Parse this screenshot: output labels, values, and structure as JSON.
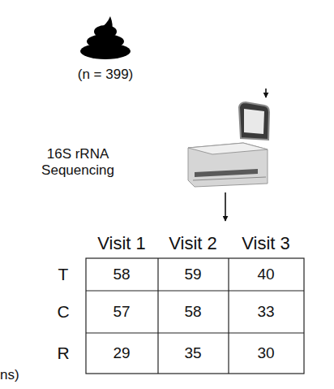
{
  "diagram": {
    "nodes": [
      {
        "text": [
          "(n = 399)"
        ]
      },
      {
        "text": [
          "16S rRNA Sequencing"
        ]
      },
      {
        "text": [
          "Visit 1",
          "Visit 2",
          "Visit 3",
          "T",
          "58",
          "59",
          "40",
          "C",
          "57",
          "58",
          "33",
          "R",
          "29",
          "35",
          "30"
        ]
      }
    ],
    "edges": [
      {
        "from": 0,
        "to": 1,
        "arrow": "to"
      },
      {
        "from": 1,
        "to": 2,
        "arrow": "to"
      }
    ],
    "labels": [
      "ns)"
    ]
  }
}
